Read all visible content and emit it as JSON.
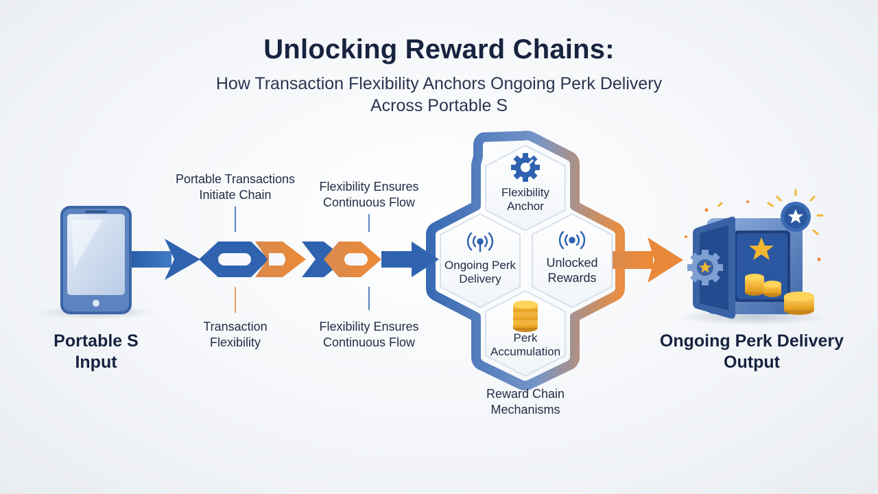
{
  "header": {
    "title": "Unlocking Reward Chains:",
    "subtitle_line1": "How Transaction Flexibility Anchors Ongoing Perk Delivery",
    "subtitle_line2": "Across Portable S"
  },
  "input": {
    "line1": "Portable S",
    "line2": "Input"
  },
  "chain_labels": {
    "top_left_1": "Portable Transactions",
    "top_left_2": "Initiate Chain",
    "top_right_1": "Flexibility Ensures",
    "top_right_2": "Continuous Flow",
    "bottom_left_1": "Transaction",
    "bottom_left_2": "Flexibility",
    "bottom_right_1": "Flexibility Ensures",
    "bottom_right_2": "Continuous Flow"
  },
  "mechanism": {
    "anchor_1": "Flexibility",
    "anchor_2": "Anchor",
    "ongoing_1": "Ongoing Perk",
    "ongoing_2": "Delivery",
    "unlocked_1": "Unlocked",
    "unlocked_2": "Rewards",
    "accum_1": "Perk",
    "accum_2": "Accumulation",
    "caption_1": "Reward Chain",
    "caption_2": "Mechanisms"
  },
  "output": {
    "line1": "Ongoing Perk Delivery",
    "line2": "Output"
  },
  "icons": [
    "phone-icon",
    "chain-link-icon",
    "gear-icon",
    "signal-icon",
    "coin-stack-icon",
    "vault-icon",
    "star-icon"
  ],
  "colors": {
    "blue": "#2f63b0",
    "navy": "#17233f",
    "orange": "#e8883a",
    "gold": "#f2b631"
  }
}
